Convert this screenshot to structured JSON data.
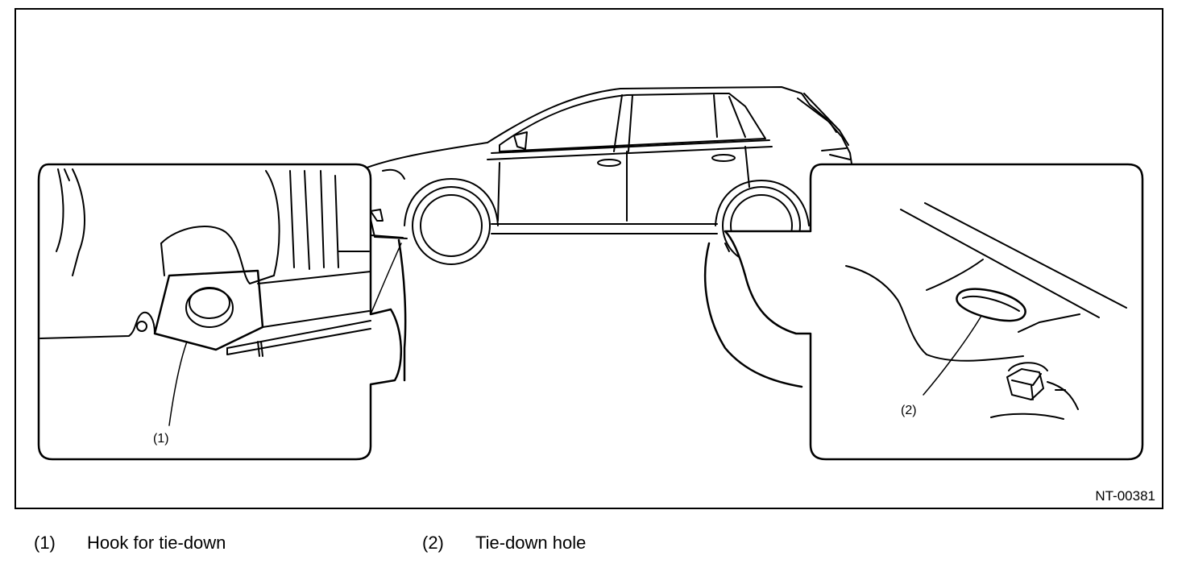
{
  "figure": {
    "code": "NT-00381",
    "callouts": [
      {
        "id": "1",
        "text": "(1)"
      },
      {
        "id": "2",
        "text": "(2)"
      }
    ]
  },
  "legend": {
    "items": [
      {
        "number": "(1)",
        "label": "Hook for tie-down"
      },
      {
        "number": "(2)",
        "label": "Tie-down hole"
      }
    ]
  }
}
